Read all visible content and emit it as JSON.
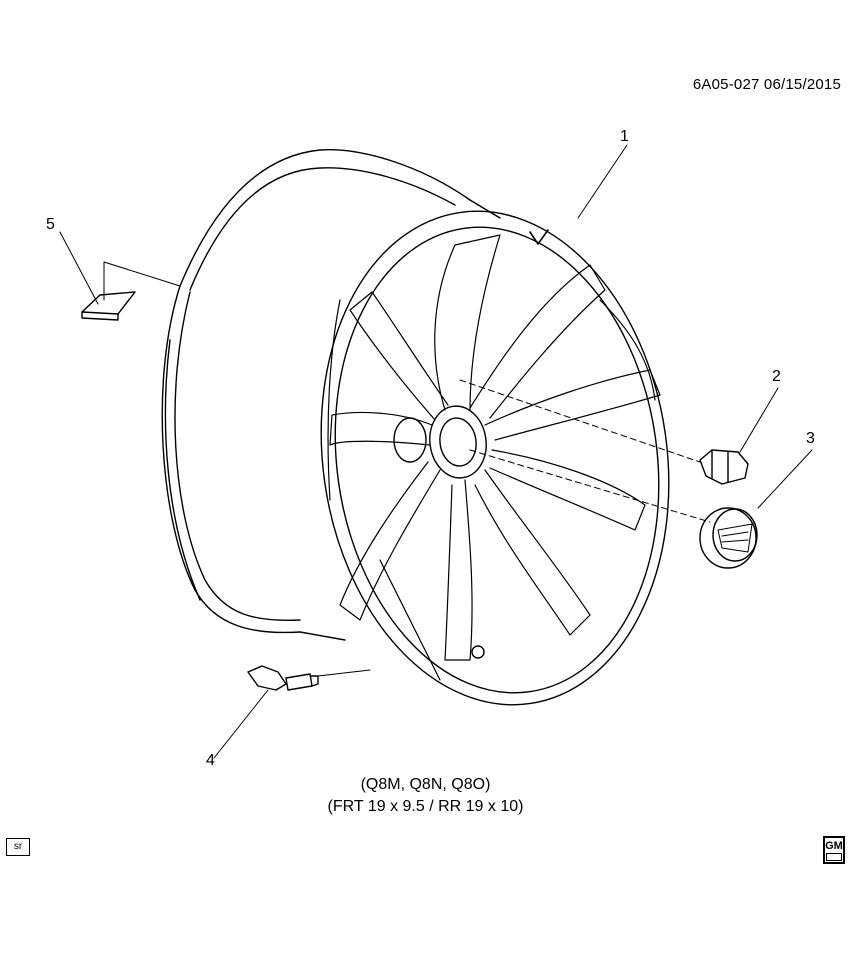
{
  "diagram": {
    "reference": "6A05-027  06/15/2015",
    "callouts": [
      "1",
      "2",
      "3",
      "4",
      "5"
    ],
    "caption_line1": "(Q8M, Q8N, Q8O)",
    "caption_line2": "(FRT 19 x 9.5 / RR 19 x 10)",
    "badge": "sr",
    "logo": "gm-logo"
  }
}
